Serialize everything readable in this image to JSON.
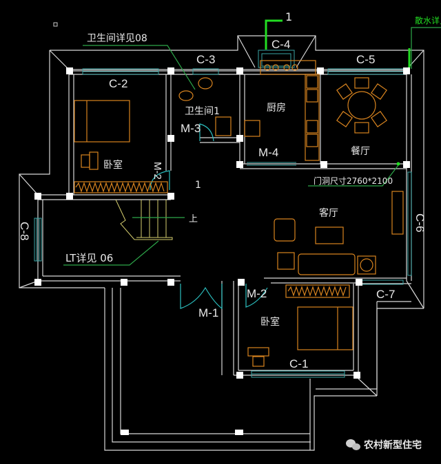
{
  "drawing": {
    "background": "#000000",
    "colors": {
      "wall": "#d9d9d9",
      "window": "#3aa6a6",
      "door": "#2bbfbf",
      "furniture": "#d9841f",
      "leader": "#2da84a",
      "marker": "#22dd22"
    },
    "rooms": {
      "bedroom_nw": "卧室",
      "bathroom": "卫生间1",
      "kitchen": "厨房",
      "dining": "餐厅",
      "living": "客厅",
      "bedroom_s": "卧室"
    },
    "windows": {
      "c1": "C-1",
      "c2": "C-2",
      "c3": "C-3",
      "c4": "C-4",
      "c5": "C-5",
      "c6": "C-6",
      "c7": "C-7",
      "c8": "C-8"
    },
    "doors": {
      "m1": "M-1",
      "m2a": "M-2",
      "m2b": "M-2",
      "m3": "M-3",
      "m4": "M-4"
    },
    "annotations": {
      "bathroom_detail": "卫生间详见08",
      "stair_detail": "LT详见  06",
      "door_opening": "门洞尺寸2760*2100",
      "stair_up": "上",
      "section_mark": "1",
      "drainage_detail": "散水详见"
    },
    "watermark": {
      "icon": "wechat-icon",
      "text": "农村新型住宅"
    }
  }
}
